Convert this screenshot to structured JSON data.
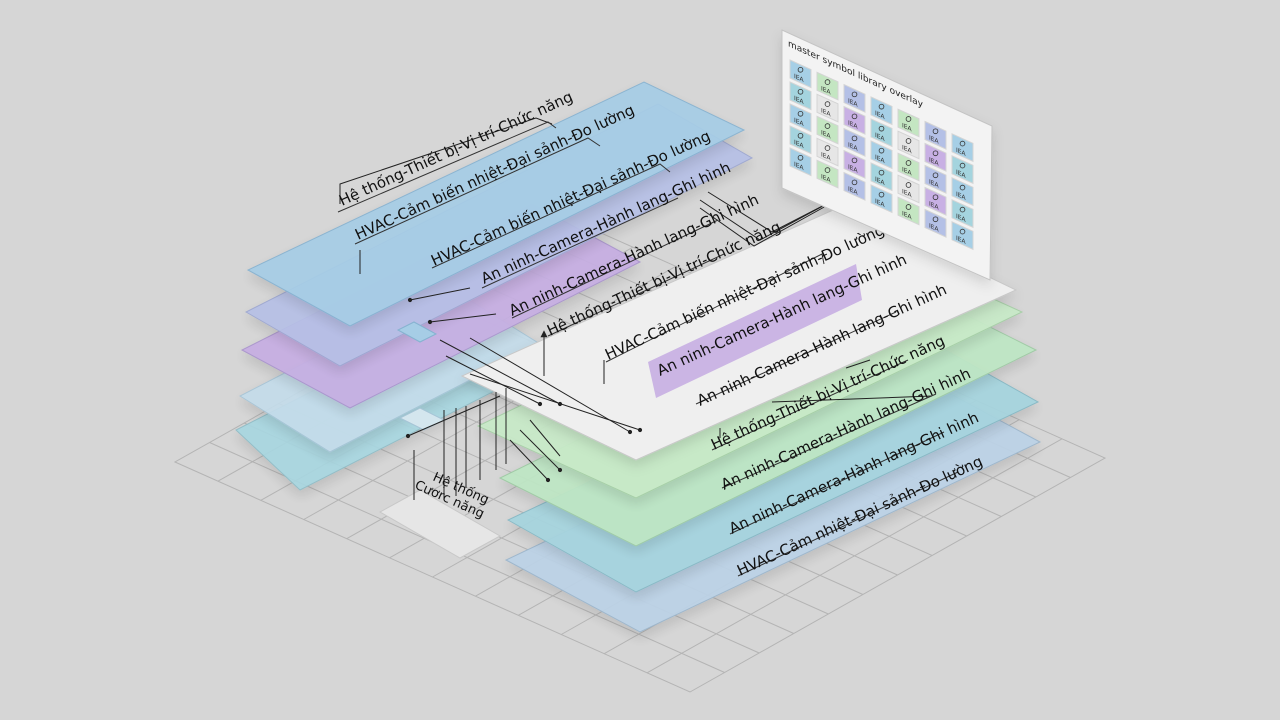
{
  "colors": {
    "background": "#d6d6d6",
    "blue": "#a6cfe6",
    "periwinkle": "#b4c0e6",
    "lavender": "#c8b0e4",
    "green": "#c4e6c2",
    "teal": "#a4d4de",
    "white": "#eeeeee"
  },
  "left_stack": {
    "labels": [
      "Hệ thống-Thiết bị-Vị trí-Chức năng",
      "HVAC-Cảm biến nhiệt-Đại sảnh-Đo lường",
      "HVAC-Cảm biến nhiệt-Đại sảnh-Đo lường",
      "An ninh-Camera-Hành lang-Ghi hình",
      "An ninh-Camera-Hành lang-Ghi hình"
    ]
  },
  "white_sheet": {
    "labels": [
      "Hệ thống-Thiết bị-Vị trí-Chức năng",
      "HVAC-Cảm biến nhiệt-Đại sảnh-Đo lường",
      "An ninh-Camera-Hành lang-Ghi hình"
    ]
  },
  "right_stack": {
    "labels": [
      "An ninh-Camera-Hành lang-Ghi hình",
      "Hệ thống-Thiết bị-Vị trí-Chức năng",
      "An ninh-Camera-Hành lang-Ghi hình",
      "An ninh-Camera-Hành lang-Ghi hình",
      "HVAC-Cảm nhiệt-Đại sảnh-Đo lường"
    ]
  },
  "base_label": {
    "line1": "Hệ thống",
    "line2": "Cươrc năng"
  },
  "symbol_panel": {
    "title": "master symbol library overlay",
    "cell_text": "IEA"
  }
}
